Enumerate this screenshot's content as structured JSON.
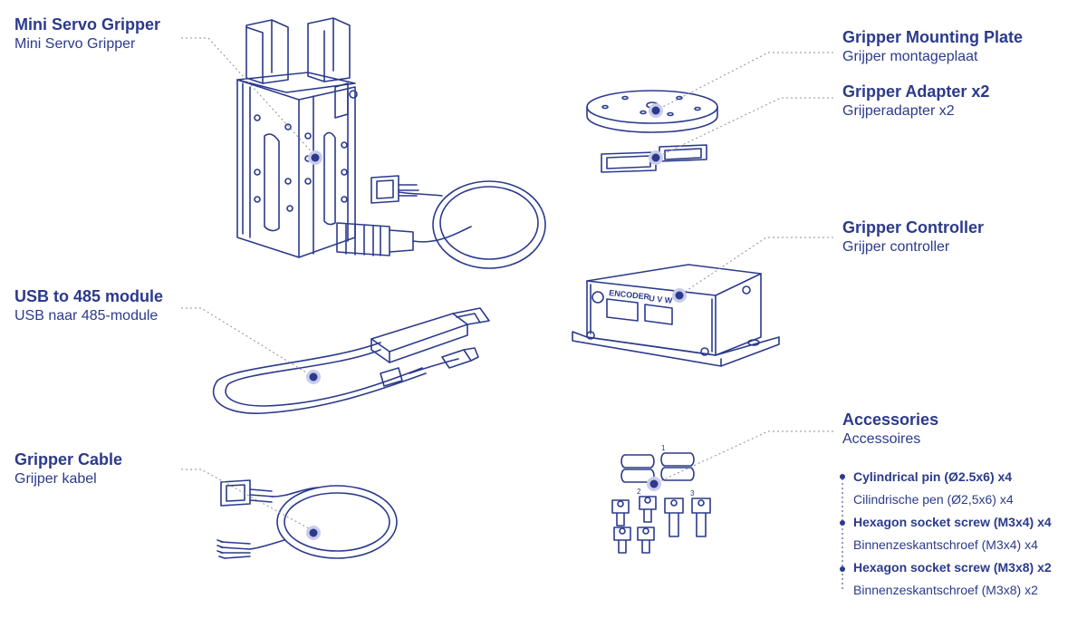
{
  "components": {
    "gripper": {
      "title": "Mini Servo Gripper",
      "subtitle": "Mini Servo Gripper"
    },
    "usb": {
      "title": "USB to 485 module",
      "subtitle": "USB naar 485-module"
    },
    "cable": {
      "title": "Gripper Cable",
      "subtitle": "Grijper kabel"
    },
    "plate": {
      "title": "Gripper Mounting Plate",
      "subtitle": "Grijper montageplaat"
    },
    "adapter": {
      "title": "Gripper Adapter x2",
      "subtitle": "Grijperadapter x2"
    },
    "controller": {
      "title": "Gripper Controller",
      "subtitle": "Grijper controller"
    },
    "accessories": {
      "title": "Accessories",
      "subtitle": "Accessoires"
    }
  },
  "accessory_items": [
    {
      "title": "Cylindrical pin (Ø2.5x6) x4",
      "subtitle": "Cilindrische pen (Ø2,5x6) x4"
    },
    {
      "title": "Hexagon socket screw (M3x4) x4",
      "subtitle": "Binnenzeskantschroef (M3x4) x4"
    },
    {
      "title": "Hexagon socket screw (M3x8) x2",
      "subtitle": "Binnenzeskantschroef (M3x8) x2"
    }
  ],
  "controller_panel": {
    "encoder_label": "ENCODER",
    "uvw_label": "U V W"
  },
  "part_numbers": [
    "1",
    "2",
    "3"
  ],
  "colors": {
    "ink": "#2b3a8c",
    "marker": "#2b3a8c",
    "marker_halo": "#c9cdea",
    "leader": "#8a8f9c"
  }
}
